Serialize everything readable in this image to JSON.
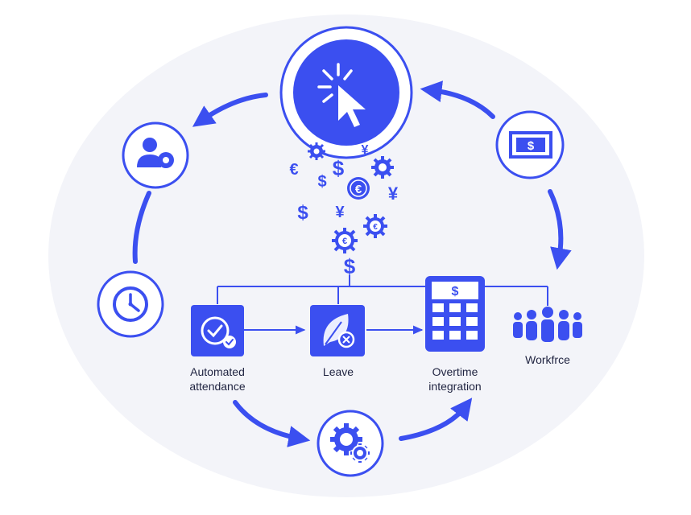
{
  "colors": {
    "primary": "#3b4ff0",
    "background_disc": "#f3f4f9",
    "text": "#1f2340"
  },
  "labels": {
    "automated_line1": "Automated",
    "automated_line2": "attendance",
    "leave": "Leave",
    "overtime_line1": "Overtime",
    "overtime_line2": "integration",
    "workforce": "Workfrce"
  },
  "symbols": {
    "dollar": "$",
    "euro": "€",
    "yen": "¥"
  },
  "icons": [
    "cursor-click-icon",
    "user-settings-icon",
    "clock-icon",
    "money-card-icon",
    "attendance-check-icon",
    "leave-icon",
    "calculator-icon",
    "workforce-icon",
    "gear-process-icon",
    "currency-gear-icon"
  ]
}
